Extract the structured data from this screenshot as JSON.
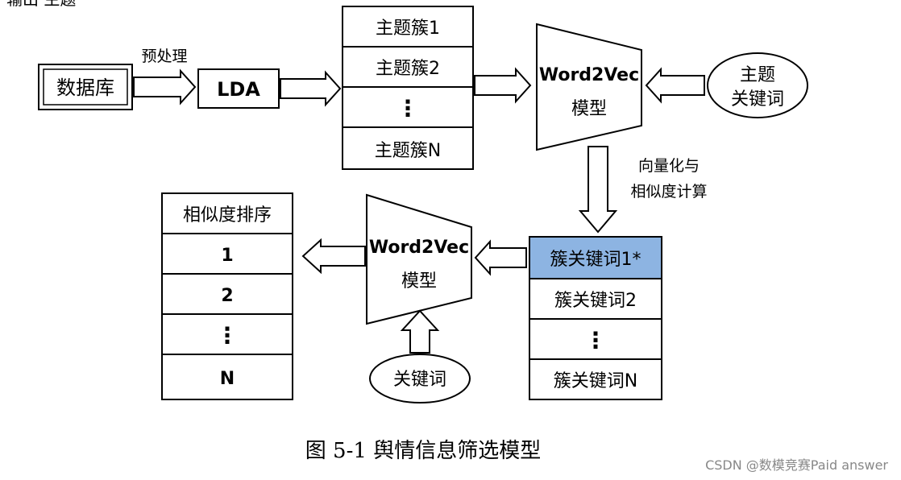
{
  "top_fragment": "输出 主题",
  "db_label": "数据库",
  "preprocess_label": "预处理",
  "lda_label": "LDA",
  "topic_clusters": [
    "主题簇1",
    "主题簇2",
    "⋮",
    "主题簇N"
  ],
  "model1": {
    "name": "Word2Vec",
    "sub": "模型"
  },
  "topic_keyword": {
    "line1": "主题",
    "line2": "关键词"
  },
  "vectorize_label": {
    "line1": "向量化与",
    "line2": "相似度计算"
  },
  "cluster_keywords": [
    "簇关键词1*",
    "簇关键词2",
    "⋮",
    "簇关键词N"
  ],
  "highlight_color": "#8db4e2",
  "model2": {
    "name": "Word2Vec",
    "sub": "模型"
  },
  "keyword_oval": "关键词",
  "similarity_header": "相似度排序",
  "similarity_items": [
    "1",
    "2",
    "⋮",
    "N"
  ],
  "caption": "图 5-1 舆情信息筛选模型",
  "watermark": "CSDN @数模竞赛Paid answer"
}
